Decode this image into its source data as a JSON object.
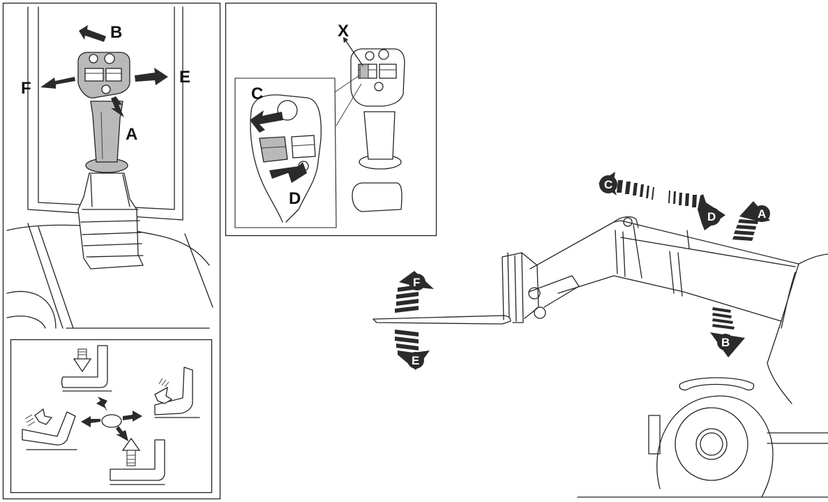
{
  "joystick_panel": {
    "labels": {
      "a": "A",
      "b": "B",
      "e": "E",
      "f": "F"
    }
  },
  "thumb_switch_panel": {
    "labels": {
      "x": "X",
      "c": "C",
      "d": "D"
    }
  },
  "machine_view": {
    "labels": {
      "a": "A",
      "b": "B",
      "c": "C",
      "d": "D",
      "e": "E",
      "f": "F"
    }
  },
  "colors": {
    "line": "#222222",
    "arrow": "#2b2b2b",
    "shade": "#b9b9b9",
    "background": "#ffffff"
  },
  "icons": [
    "joystick-icon",
    "fork-bucket-icon",
    "telehandler-boom-icon",
    "wheel-icon",
    "direction-arrow-icon"
  ]
}
